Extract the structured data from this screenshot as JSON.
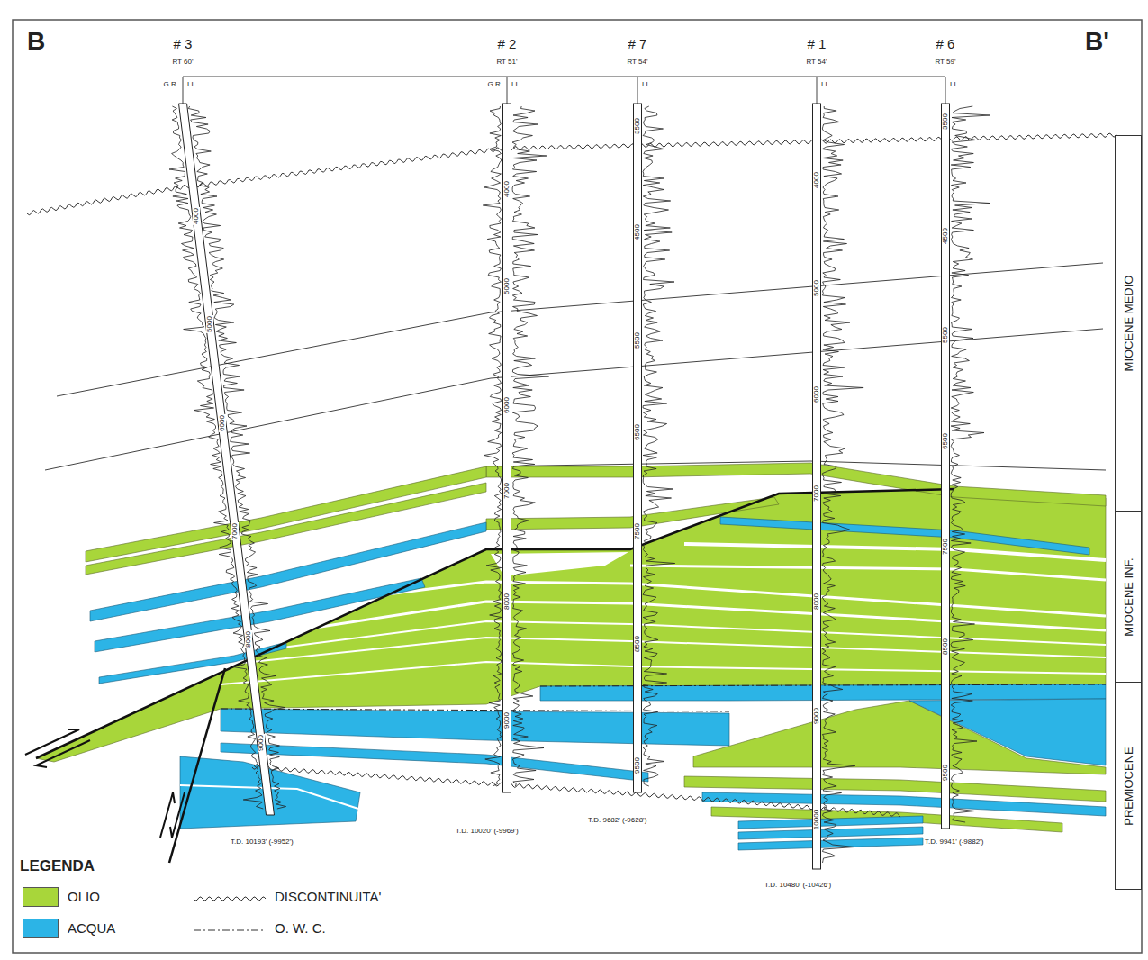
{
  "diagram": {
    "nodes": [
      {
        "text": [
          "MIOCENE MEDIO"
        ]
      },
      {
        "text": [
          "MIOCENE INF."
        ]
      },
      {
        "text": [
          "PREMIOCENE"
        ]
      }
    ],
    "labels": [
      "B",
      "B'",
      "# 3",
      "RT 60'",
      "G.R.",
      "LL",
      "# 2",
      "RT 51'",
      "G.R.",
      "LL",
      "# 7",
      "RT 54'",
      "LL",
      "# 1",
      "RT 54'",
      "LL",
      "# 6",
      "RT 59'",
      "LL",
      "4000",
      "5000",
      "6000",
      "7000",
      "8000",
      "9000",
      "4000",
      "5000",
      "6000",
      "7000",
      "8000",
      "9000",
      "3500",
      "4500",
      "5500",
      "6500",
      "7500",
      "8500",
      "9500",
      "4000",
      "5000",
      "6000",
      "7000",
      "8000",
      "9000",
      "10000",
      "3500",
      "4500",
      "5500",
      "6500",
      "7500",
      "8500",
      "9500",
      "T.D. 10193' (-9952')",
      "T.D. 10020' (-9969')",
      "T.D. 9682' (-9628')",
      "T.D. 10480' (-10426')",
      "T.D. 9941' (-9882')",
      "LEGENDA"
    ],
    "legend": [
      {
        "text": "OLIO",
        "color": "#a8d63a"
      },
      {
        "text": "ACQUA",
        "color": "#2cb4e6"
      },
      {
        "text": "DISCONTINUITA'"
      },
      {
        "text": "O. W. C."
      }
    ]
  }
}
